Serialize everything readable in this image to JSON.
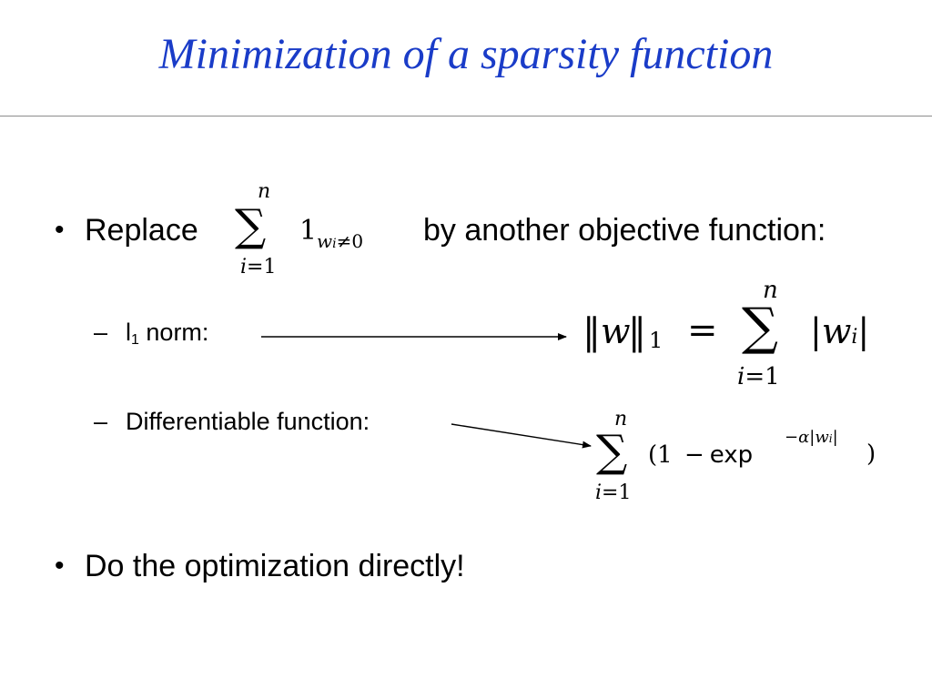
{
  "slide": {
    "title": "Minimization of a sparsity function",
    "bullets": [
      {
        "before": "Replace",
        "after": "by another objective function:"
      },
      {
        "text": "Do the optimization directly!"
      }
    ],
    "subbullets": [
      {
        "label_main": "l",
        "label_sub": "1",
        "label_rest": " norm:"
      },
      {
        "label": "Differentiable function:"
      }
    ]
  },
  "formulas": {
    "indicator_sum": {
      "upper": "n",
      "lower_var": "i",
      "lower_eq": "=",
      "lower_val": "1",
      "symbol": "∑",
      "one": "1",
      "sub_w": "w",
      "sub_i": "i",
      "sub_ne": "≠",
      "sub_0": "0"
    },
    "l1": {
      "lhs_open": "‖",
      "lhs_w": "w",
      "lhs_close": "‖",
      "lhs_sub": "1",
      "eq": "=",
      "upper": "n",
      "lower_var": "i",
      "lower_eq": "=",
      "lower_val": "1",
      "symbol": "∑",
      "abs_open": "|",
      "w": "w",
      "i": "i",
      "abs_close": "|"
    },
    "diff": {
      "upper": "n",
      "lower_var": "i",
      "lower_eq": "=",
      "lower_val": "1",
      "symbol": "∑",
      "open": "(",
      "one": "1",
      "minus": "−",
      "exp": "exp",
      "alpha_minus": "−",
      "alpha": "α",
      "abs_open": "|",
      "w": "w",
      "i": "i",
      "abs_close": "|",
      "close": ")"
    }
  },
  "colors": {
    "title": "#1a3cc8",
    "rule": "#8c8c8c",
    "text": "#000000"
  }
}
